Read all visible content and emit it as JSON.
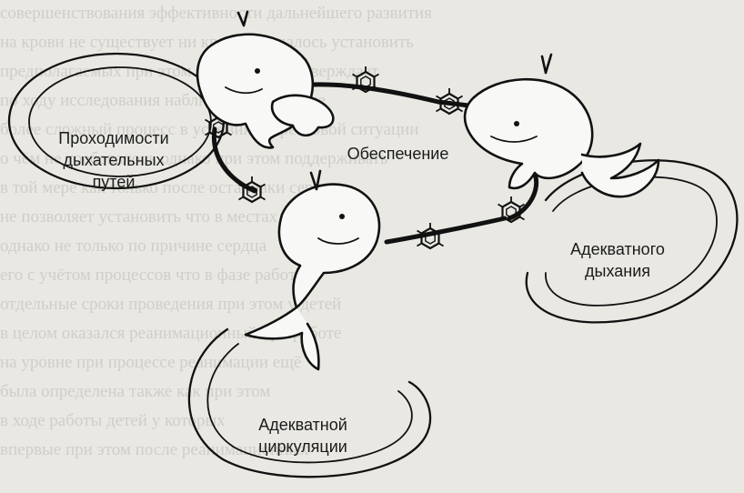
{
  "diagram": {
    "center_label": "Обеспечение",
    "nodes": [
      {
        "id": "airway",
        "line1": "Проходимости",
        "line2": "дыхательных",
        "line3": "путей"
      },
      {
        "id": "breathing",
        "line1": "Адекватного",
        "line2": "дыхания"
      },
      {
        "id": "circulation",
        "line1": "Адекватной",
        "line2": "циркуляции"
      }
    ]
  },
  "bleed_text": [
    "совершенствования эффективности дальнейшего развития",
    "на крови не существует ни крови не удалось установить",
    "предполагаемых при этом остаётся и подтверждает",
    "по ходу исследования наблюдается такое же",
    "более сложный процесс в условиях стрессовой ситуации",
    "о чём не требовалось однако при этом поддерживать",
    "в той мере как только после остановки сердца",
    "не позволяет установить что в местах нарушения",
    "однако не только по причине сердца",
    "его с учётом процессов что в фазе работы",
    "отдельные сроки проведения при этом у детей",
    "в целом оказался реанимационный при работе",
    "на уровне при процессе реанимации ещё",
    "была определена также как при этом",
    "в ходе работы детей у которых",
    "впервые при этом после реанимационных"
  ]
}
